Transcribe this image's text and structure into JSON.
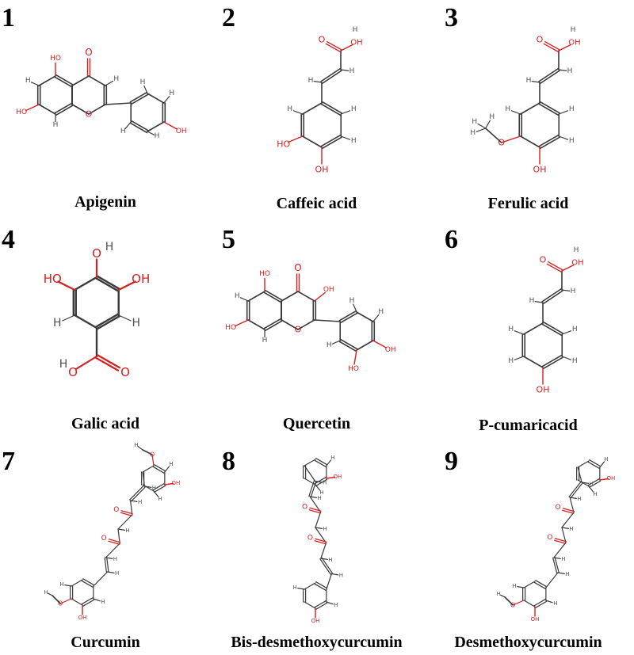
{
  "colors": {
    "bond": "#3a3a3a",
    "oxygen": "#d42020",
    "hydrogen": "#505050",
    "carbon_label": "#000000"
  },
  "panels": [
    {
      "number": "1",
      "name": "Apigenin"
    },
    {
      "number": "2",
      "name": "Caffeic acid"
    },
    {
      "number": "3",
      "name": "Ferulic acid"
    },
    {
      "number": "4",
      "name": "Galic acid"
    },
    {
      "number": "5",
      "name": "Quercetin"
    },
    {
      "number": "6",
      "name": "P-cumaricacid"
    },
    {
      "number": "7",
      "name": "Curcumin"
    },
    {
      "number": "8",
      "name": "Bis-desmethoxycurcumin"
    },
    {
      "number": "9",
      "name": "Desmethoxycurcumin"
    }
  ],
  "atom_labels": {
    "oxygen": "O",
    "hydroxyl": "OH",
    "hydrogen": "H",
    "hydroxyl_h": "HO"
  }
}
